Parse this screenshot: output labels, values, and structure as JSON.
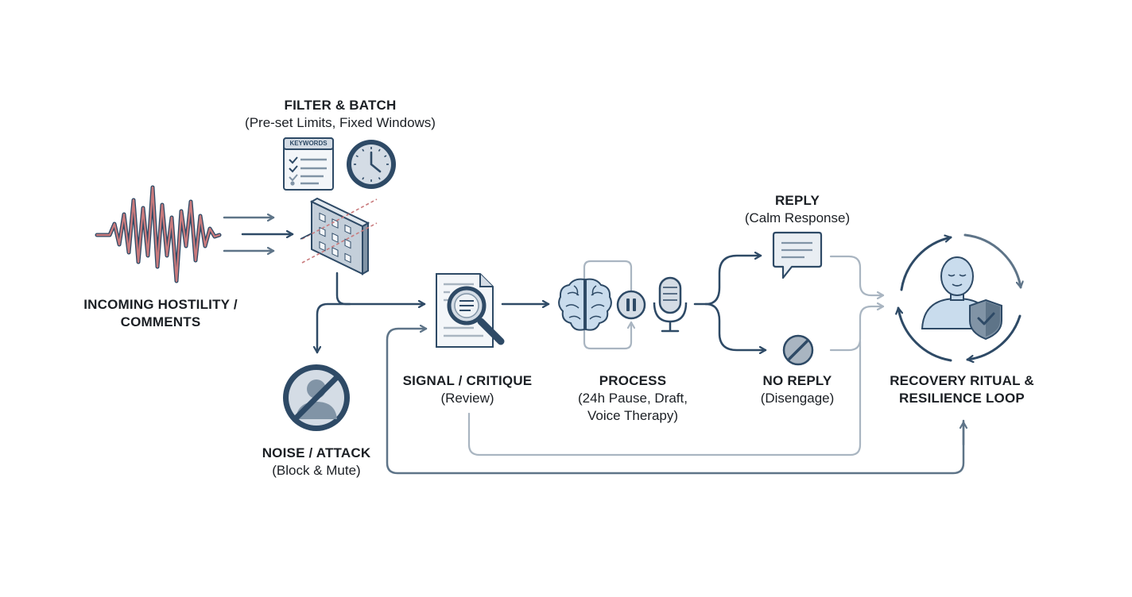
{
  "nodes": {
    "incoming": {
      "title_line1": "INCOMING HOSTILITY /",
      "title_line2": "COMMENTS"
    },
    "filter": {
      "title": "FILTER & BATCH",
      "subtitle": "(Pre-set Limits, Fixed Windows)",
      "keywords_tag": "KEYWORDS"
    },
    "noise": {
      "title": "NOISE / ATTACK",
      "subtitle": "(Block & Mute)"
    },
    "signal": {
      "title": "SIGNAL / CRITIQUE",
      "subtitle": "(Review)"
    },
    "process": {
      "title": "PROCESS",
      "subtitle_line1": "(24h Pause, Draft,",
      "subtitle_line2": "Voice Therapy)"
    },
    "reply": {
      "title": "REPLY",
      "subtitle": "(Calm Response)"
    },
    "noreply": {
      "title": "NO REPLY",
      "subtitle": "(Disengage)"
    },
    "recovery": {
      "title_line1": "RECOVERY RITUAL &",
      "title_line2": "RESILIENCE LOOP"
    }
  },
  "icons": [
    "waveform-icon",
    "keywords-checklist-icon",
    "clock-icon",
    "filter-screen-icon",
    "blocked-user-icon",
    "magnifier-document-icon",
    "brain-icon",
    "pause-icon",
    "microphone-icon",
    "speech-bubble-icon",
    "prohibited-icon",
    "person-shield-icon",
    "cycle-arrows-icon"
  ],
  "colors": {
    "navy": "#2e4a66",
    "slate": "#5e7488",
    "light_slate": "#a9b5c1",
    "icon_fill": "#d4dce5",
    "person_blue": "#c9dced",
    "wave_red": "#c97a7c"
  }
}
